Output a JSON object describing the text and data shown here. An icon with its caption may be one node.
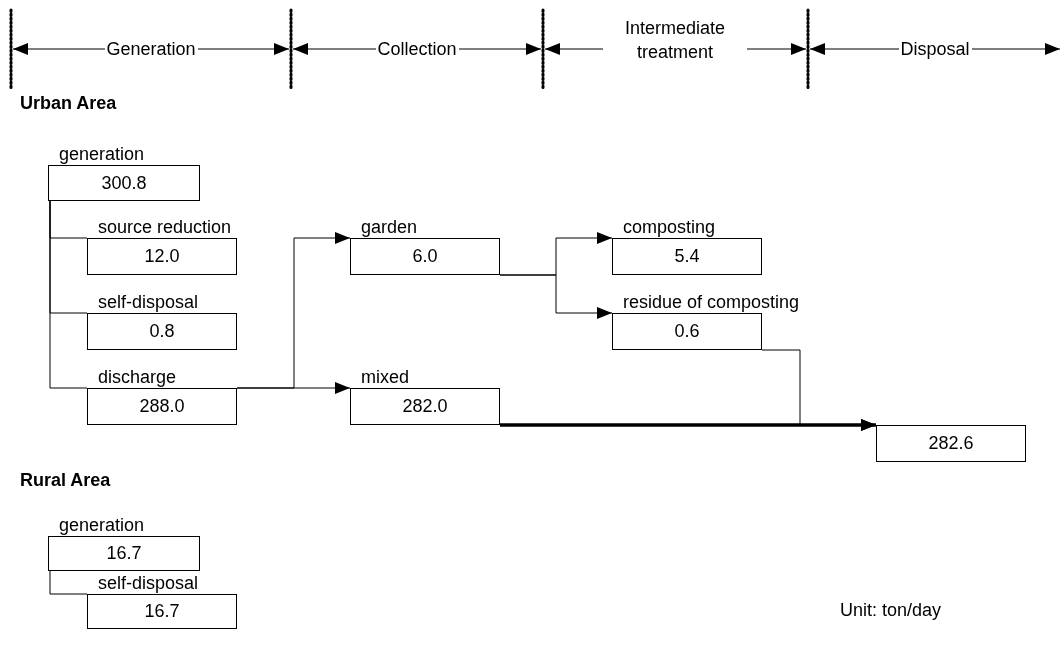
{
  "diagram": {
    "nodes": [
      {
        "text": [
          "generation",
          "300.8"
        ]
      },
      {
        "text": [
          "source reduction",
          "12.0"
        ]
      },
      {
        "text": [
          "self-disposal",
          "0.8"
        ]
      },
      {
        "text": [
          "discharge",
          "288.0"
        ]
      },
      {
        "text": [
          "garden",
          "6.0"
        ]
      },
      {
        "text": [
          "mixed",
          "282.0"
        ]
      },
      {
        "text": [
          "composting",
          "5.4"
        ]
      },
      {
        "text": [
          "residue of composting",
          "0.6"
        ]
      },
      {
        "text": [
          "282.6"
        ]
      },
      {
        "text": [
          "generation",
          "16.7"
        ]
      },
      {
        "text": [
          "self-disposal",
          "16.7"
        ]
      }
    ],
    "edges": [
      {
        "from": 0,
        "to": 1,
        "arrow": "none"
      },
      {
        "from": 0,
        "to": 2,
        "arrow": "none"
      },
      {
        "from": 0,
        "to": 3,
        "arrow": "none"
      },
      {
        "from": 3,
        "to": 4,
        "arrow": "to"
      },
      {
        "from": 3,
        "to": 5,
        "arrow": "to"
      },
      {
        "from": 4,
        "to": 6,
        "arrow": "to"
      },
      {
        "from": 4,
        "to": 7,
        "arrow": "to"
      },
      {
        "from": 7,
        "to": 8,
        "arrow": "to"
      },
      {
        "from": 5,
        "to": 8,
        "arrow": "to",
        "style": "thick"
      },
      {
        "from": 9,
        "to": 10,
        "arrow": "none"
      }
    ],
    "labels": [
      "Generation",
      "Collection",
      "Intermediate treatment",
      "Disposal",
      "Urban Area",
      "Rural Area",
      "Unit: ton/day"
    ]
  }
}
